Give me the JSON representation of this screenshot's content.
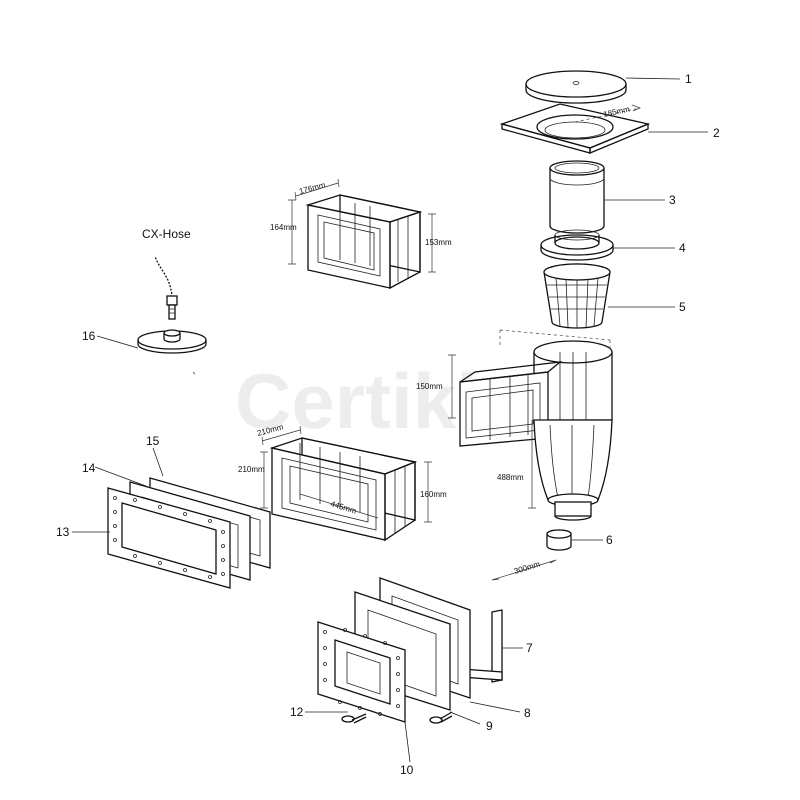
{
  "diagram": {
    "hose_label": "CX-Hose",
    "watermark": "Certikin",
    "part_numbers": [
      "1",
      "2",
      "3",
      "4",
      "5",
      "6",
      "7",
      "8",
      "9",
      "10",
      "12",
      "13",
      "14",
      "15",
      "16"
    ],
    "dimensions": {
      "d185": "185mm",
      "d176": "176mm",
      "d164": "164mm",
      "d153": "153mm",
      "d150": "150mm",
      "d488": "488mm",
      "d300": "300mm",
      "d210a": "210mm",
      "d210b": "210mm",
      "d445": "445mm",
      "d160": "160mm"
    }
  }
}
